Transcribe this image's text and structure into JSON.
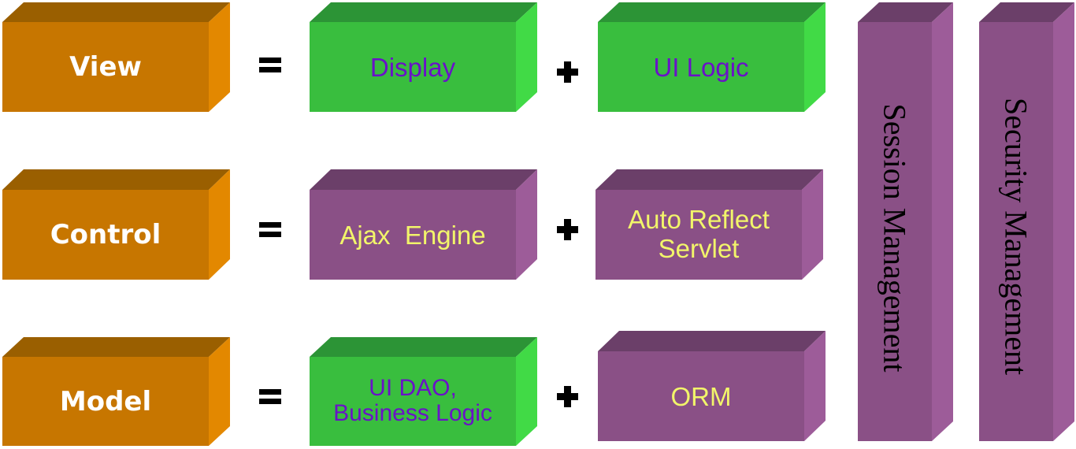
{
  "layers": [
    {
      "name": "View",
      "operator_equals": "=",
      "operator_plus": "+",
      "parts": [
        "Display",
        "UI Logic"
      ]
    },
    {
      "name": "Control",
      "operator_equals": "=",
      "operator_plus": "+",
      "parts": [
        "Ajax  Engine",
        "Auto Reflect Servlet"
      ]
    },
    {
      "name": "Model",
      "operator_equals": "=",
      "operator_plus": "+",
      "parts": [
        "UI DAO, Business Logic",
        "ORM"
      ]
    }
  ],
  "labels": {
    "view": "View",
    "control": "Control",
    "model": "Model",
    "display": "Display",
    "ui_logic": "UI Logic",
    "ajax_engine": "Ajax  Engine",
    "auto_reflect_line1": "Auto Reflect",
    "auto_reflect_line2": "Servlet",
    "ui_dao_line1": "UI DAO,",
    "ui_dao_line2": "Business Logic",
    "orm": "ORM",
    "session_management": "Session Management",
    "security_management": "Security Management"
  },
  "cross_cutting": [
    "Session Management",
    "Security Management"
  ],
  "colors": {
    "layer_box": "#C77600",
    "ui_component_box": "#39BE3E",
    "engine_component_box": "#8A5086",
    "purple_text": "#6A12C8",
    "yellow_text": "#F2F56A",
    "layer_text": "#FFFFFF"
  }
}
